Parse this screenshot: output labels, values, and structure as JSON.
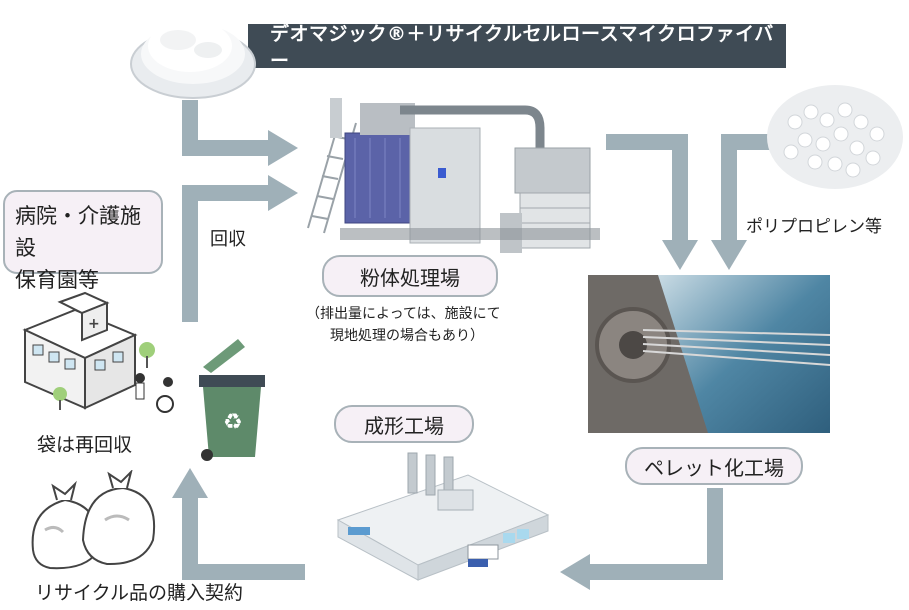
{
  "title": "デオマジック®＋リサイクルセルロースマイクロファイバー",
  "labels": {
    "facilities_line1": "病院・介護施設",
    "facilities_line2": "保育園等",
    "collection": "回収",
    "powder_plant": "粉体処理場",
    "powder_note_line1": "（排出量によっては、施設にて",
    "powder_note_line2": "現地処理の場合もあり）",
    "polypropylene": "ポリプロピレン等",
    "pellet_plant": "ペレット化工場",
    "molding_plant": "成形工場",
    "bag_recollect": "袋は再回収",
    "purchase_contract": "リサイクル品の購入契約"
  },
  "colors": {
    "arrow": "#9fb0b8",
    "title_bg": "#3f4b55",
    "pill_bg": "#f6f0f6",
    "pill_border": "#a8b2b8",
    "bin_green": "#5e8a6a"
  },
  "icons": [
    "powder-bowl-icon",
    "processing-machine-icon",
    "plastic-pellets-icon",
    "extrusion-photo-icon",
    "factory-icon",
    "hospital-icon",
    "recycle-bin-icon",
    "garbage-bags-icon"
  ]
}
